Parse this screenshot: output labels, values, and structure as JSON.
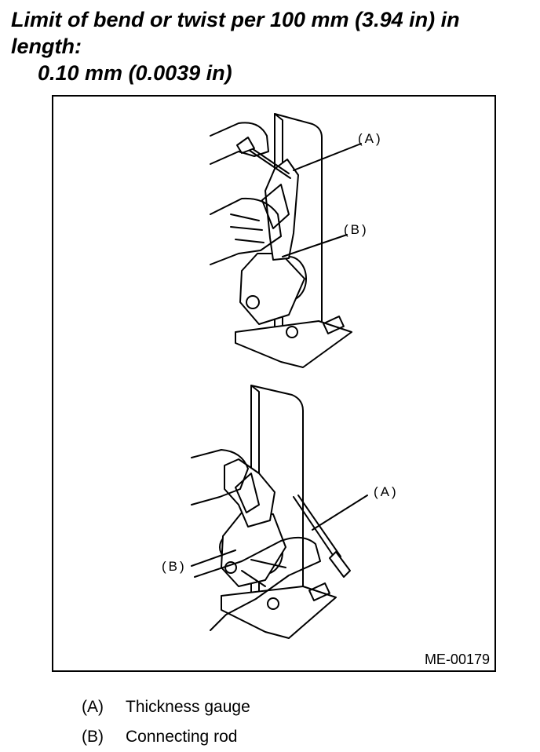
{
  "heading": {
    "line1": "Limit of bend or twist per 100 mm (3.94 in) in length:",
    "spec": "0.10 mm (0.0039 in)"
  },
  "figure": {
    "id": "ME-00179",
    "callouts_top": {
      "a": "(A)",
      "b": "(B)"
    },
    "callouts_bottom": {
      "a": "(A)",
      "b": "(B)"
    }
  },
  "legend": [
    {
      "key": "(A)",
      "label": "Thickness gauge"
    },
    {
      "key": "(B)",
      "label": "Connecting rod"
    }
  ]
}
